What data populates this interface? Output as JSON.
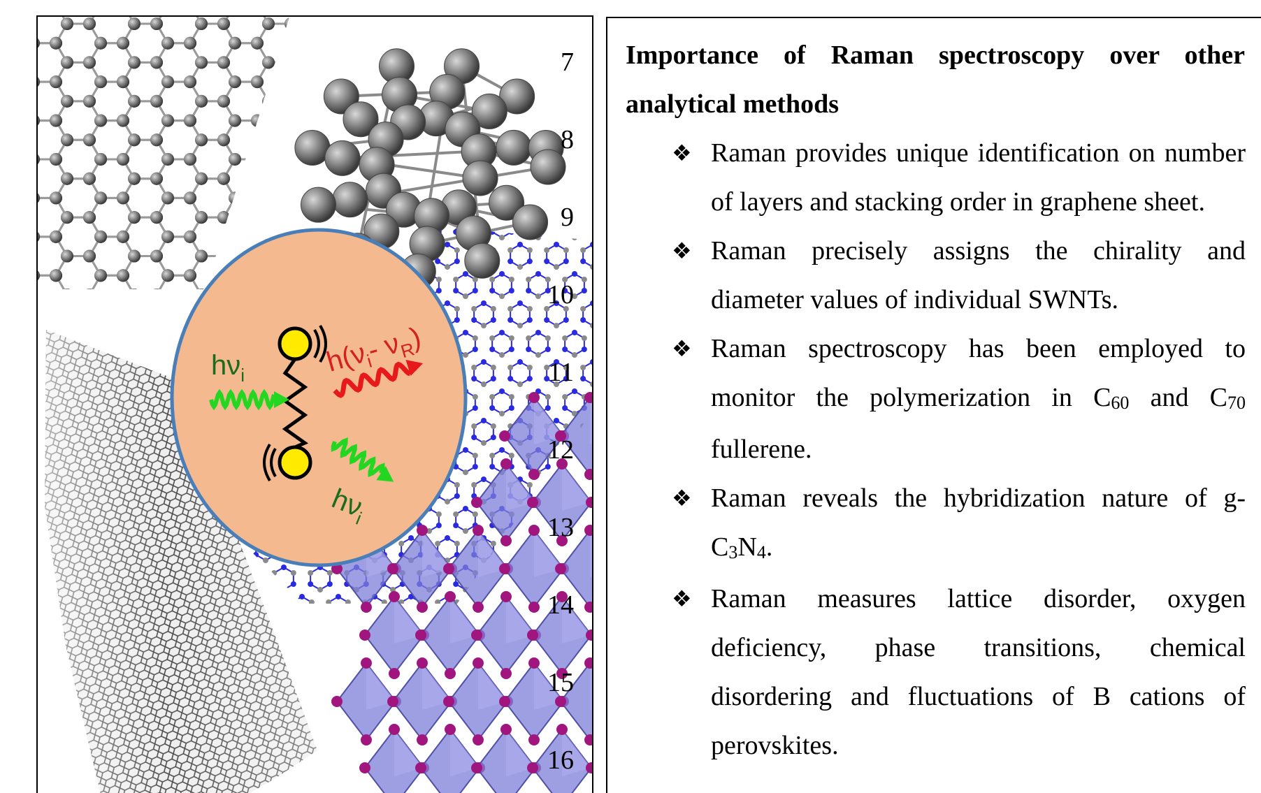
{
  "line_numbers": [
    "7",
    "8",
    "9",
    "10",
    "11",
    "12",
    "13",
    "14",
    "15",
    "16"
  ],
  "diagram": {
    "incident_label": "hν",
    "incident_sub": "i",
    "scattered_label": "hν",
    "scattered_sub": "i",
    "raman_label_pre": "h(ν",
    "raman_sub_i": "i",
    "raman_label_mid": "- ν",
    "raman_sub_r": "R",
    "raman_label_post": ")",
    "colors": {
      "circle_fill": "#f4b98f",
      "circle_stroke": "#4a7eb8",
      "wave_green": "#22d622",
      "wave_red": "#e8191b",
      "label_green": "#1d6b1d",
      "label_red": "#d4201f",
      "atom": "#ffea00",
      "octahedra": "#7e7ed8",
      "cation": "#a0157e",
      "network_n": "#2a2ae0"
    }
  },
  "text": {
    "heading": "Importance of Raman spectroscopy over other analytical methods",
    "bullet_symbol": "❖",
    "b1": "Raman provides unique identification on number of layers and stacking order in graphene sheet.",
    "b2": "Raman precisely assigns the chirality and diameter values of individual SWNTs.",
    "b3_pre": "Raman spectroscopy has been employed to monitor the polymerization in C",
    "b3_sub1": "60",
    "b3_mid": " and C",
    "b3_sub2": "70",
    "b3_post": " fullerene.",
    "b4_pre": "Raman reveals the hybridization nature of g-C",
    "b4_sub1": "3",
    "b4_mid": "N",
    "b4_sub2": "4",
    "b4_post": ".",
    "b5": "Raman measures lattice disorder, oxygen deficiency, phase transitions, chemical disordering and fluctuations of B cations of perovskites."
  }
}
